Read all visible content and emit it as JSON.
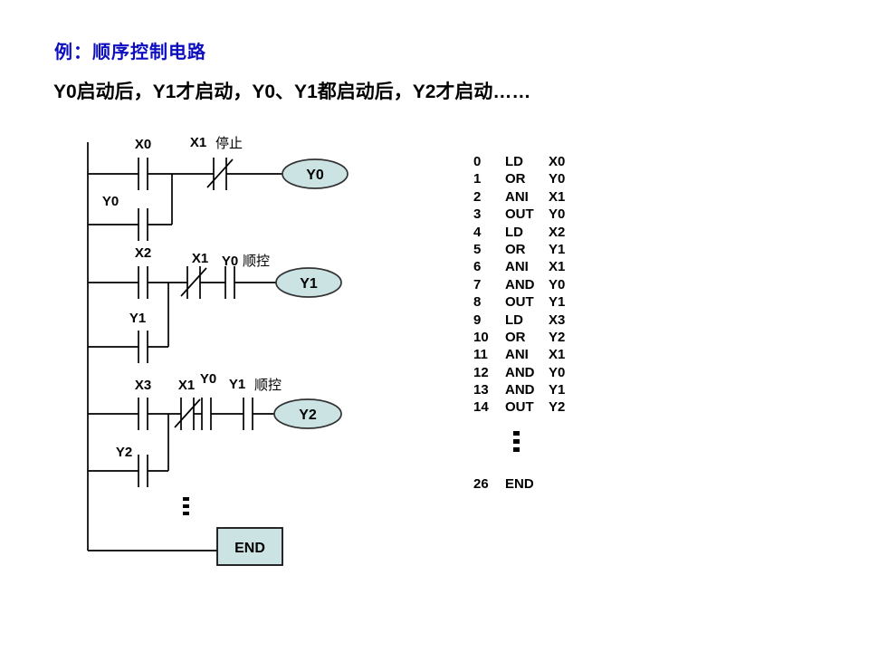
{
  "slide": {
    "title": "例：顺序控制电路",
    "subtitle": "Y0启动后，Y1才启动，Y0、Y1都启动后，Y2才启动……",
    "title_color": "#0d0dc0"
  },
  "ladder": {
    "colors": {
      "coil_fill": "#cbe3e3",
      "line": "#000000"
    },
    "rung1": {
      "contact1": "X0",
      "contact2": "X1",
      "contact2_note": "停止",
      "branch": "Y0",
      "coil": "Y0"
    },
    "rung2": {
      "contact1": "X2",
      "contact2": "X1",
      "contact3": "Y0",
      "contact3_note": "顺控",
      "branch": "Y1",
      "coil": "Y1"
    },
    "rung3": {
      "contact1": "X3",
      "contact2": "X1",
      "contact3": "Y0",
      "contact4": "Y1",
      "contact4_note": "顺控",
      "branch": "Y2",
      "coil": "Y2"
    },
    "ellipsis": "⋮",
    "end_block": "END"
  },
  "program": {
    "rows": [
      {
        "step": "0",
        "op": "LD",
        "operand": "X0"
      },
      {
        "step": "1",
        "op": "OR",
        "operand": "Y0"
      },
      {
        "step": "2",
        "op": "ANI",
        "operand": "X1"
      },
      {
        "step": "3",
        "op": "OUT",
        "operand": "Y0"
      },
      {
        "step": "4",
        "op": "LD",
        "operand": "X2"
      },
      {
        "step": "5",
        "op": "OR",
        "operand": "Y1"
      },
      {
        "step": "6",
        "op": "ANI",
        "operand": "X1"
      },
      {
        "step": "7",
        "op": "AND",
        "operand": "Y0"
      },
      {
        "step": "8",
        "op": "OUT",
        "operand": "Y1"
      },
      {
        "step": "9",
        "op": "LD",
        "operand": "X3"
      },
      {
        "step": "10",
        "op": "OR",
        "operand": "Y2"
      },
      {
        "step": "11",
        "op": "ANI",
        "operand": "X1"
      },
      {
        "step": "12",
        "op": "AND",
        "operand": "Y0"
      },
      {
        "step": "13",
        "op": "AND",
        "operand": "Y1"
      },
      {
        "step": "14",
        "op": "OUT",
        "operand": "Y2"
      }
    ],
    "ellipsis": "⋮",
    "tail": {
      "step": "26",
      "op": "END",
      "operand": ""
    }
  }
}
